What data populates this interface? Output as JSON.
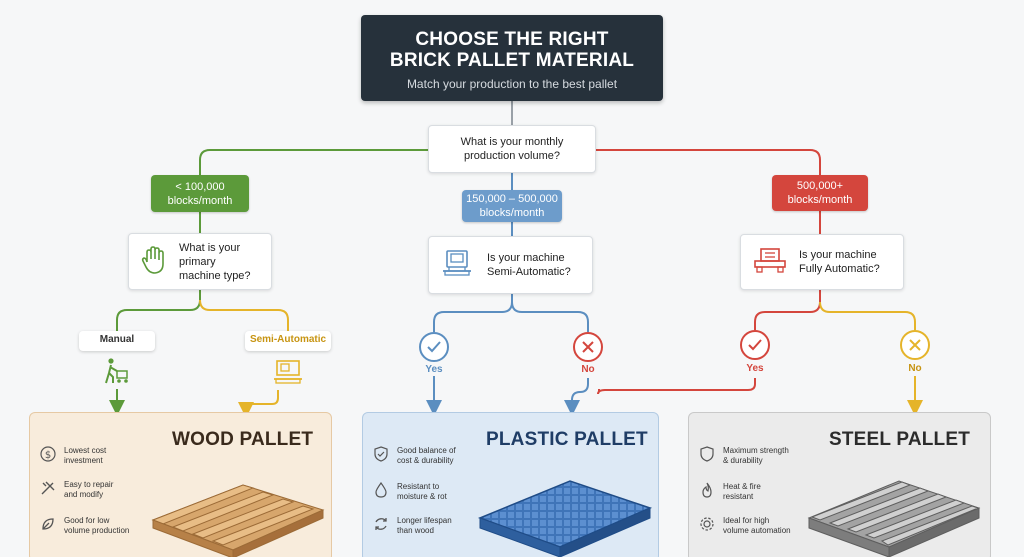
{
  "header": {
    "title_line1": "CHOOSE THE RIGHT",
    "title_line2": "BRICK PALLET MATERIAL",
    "subtitle": "Match your production to the best pallet"
  },
  "root_question": "What is your monthly\nproduction volume?",
  "branches": {
    "low": {
      "volume": "< 100,000\nblocks/month",
      "question": "What is your\nprimary\nmachine type?",
      "color": "#5c9a3a"
    },
    "mid": {
      "volume": "150,000 – 500,000\nblocks/month",
      "question": "Is your machine\nSemi-Automatic?",
      "color": "#5b8ec0"
    },
    "high": {
      "volume": "500,000+\nblocks/month",
      "question": "Is your machine\nFully Automatic?",
      "color": "#d4463d"
    }
  },
  "answers": {
    "manual": "Manual",
    "semi_automatic": "Semi-Automatic",
    "mid_yes": "Yes",
    "mid_no": "No",
    "high_yes": "Yes",
    "high_no": "No"
  },
  "colors": {
    "green": "#5c9a3a",
    "blue": "#5b8ec0",
    "red": "#d4463d",
    "yellow": "#e5b42a",
    "dark": "#26313b"
  },
  "cards": {
    "wood": {
      "title": "WOOD PALLET",
      "features": [
        "Lowest cost\ninvestment",
        "Easy to repair\nand modify",
        "Good for low\nvolume production"
      ],
      "icons": [
        "dollar-icon",
        "tools-icon",
        "leaf-icon"
      ]
    },
    "plastic": {
      "title": "PLASTIC PALLET",
      "features": [
        "Good balance of\ncost & durability",
        "Resistant to\nmoisture & rot",
        "Longer lifespan\nthan wood"
      ],
      "icons": [
        "shield-check-icon",
        "water-drop-icon",
        "recycle-icon"
      ]
    },
    "steel": {
      "title": "STEEL PALLET",
      "features": [
        "Maximum strength\n& durability",
        "Heat & fire\nresistant",
        "Ideal for high\nvolume automation"
      ],
      "icons": [
        "shield-icon",
        "flame-icon",
        "gear-icon"
      ]
    }
  }
}
